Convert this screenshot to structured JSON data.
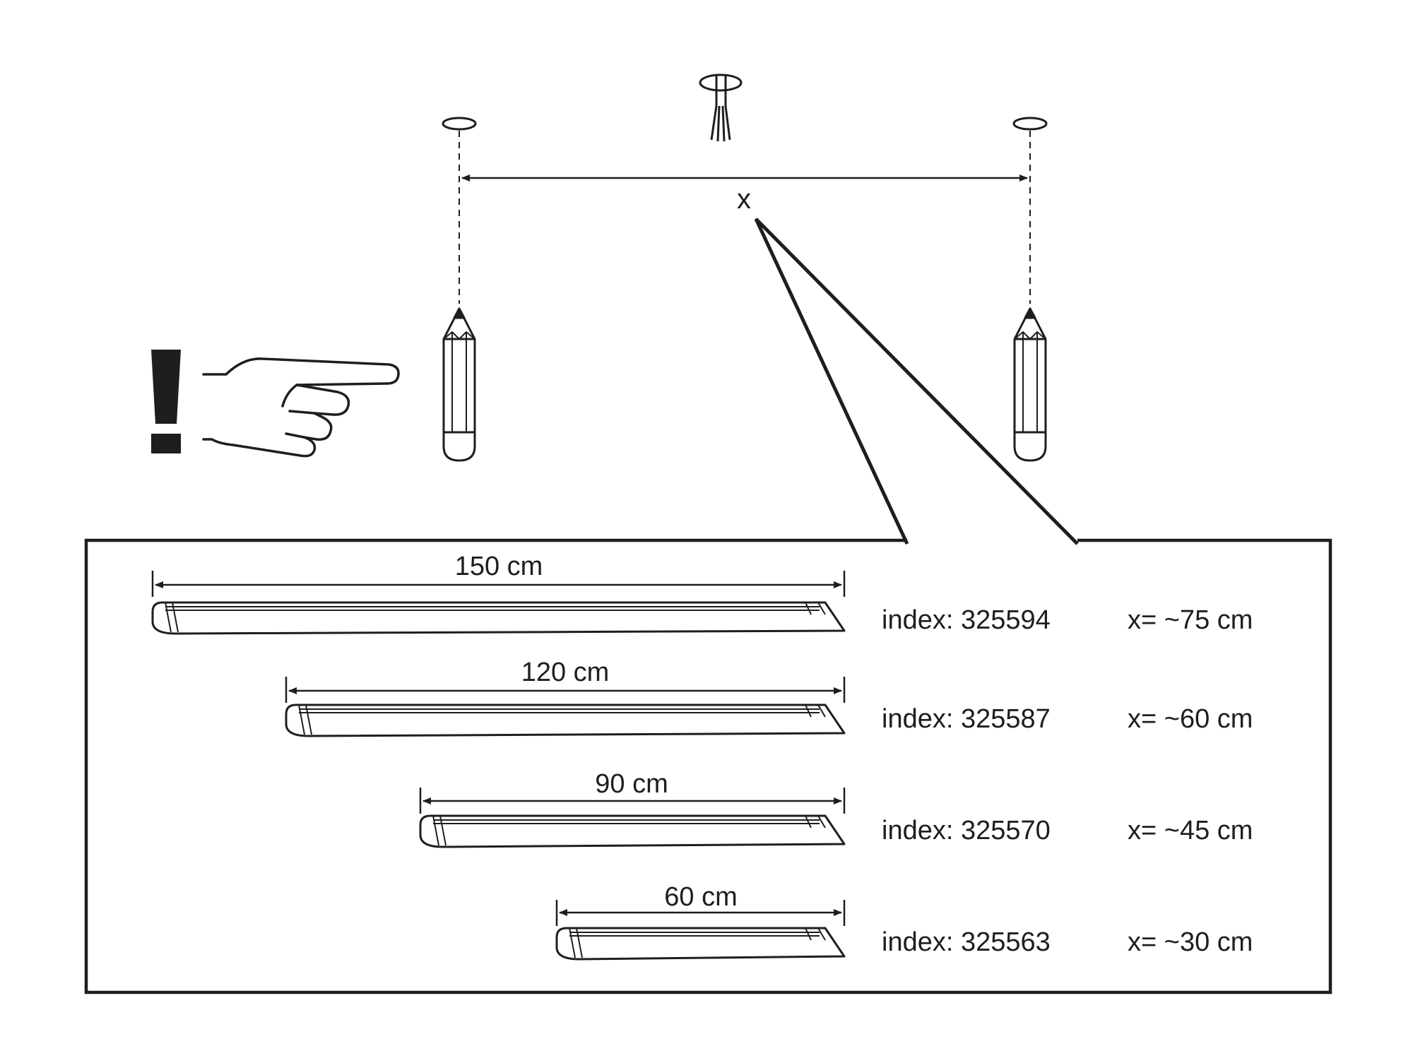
{
  "center_marker": "x",
  "fixtures": [
    {
      "length": "150 cm",
      "index": "index: 325594",
      "x": "x= ~75 cm"
    },
    {
      "length": "120 cm",
      "index": "index: 325587",
      "x": "x= ~60 cm"
    },
    {
      "length": "90 cm",
      "index": "index: 325570",
      "x": "x= ~45 cm"
    },
    {
      "length": "60 cm",
      "index": "index: 325563",
      "x": "x= ~30 cm"
    }
  ],
  "icons": {
    "warning": "exclamation-icon",
    "pointer": "pointing-hand-icon",
    "pencil": "pencil-icon",
    "ceiling_box": "ceiling-junction-icon"
  },
  "colors": {
    "ink": "#1e1e1e",
    "background": "#ffffff"
  }
}
